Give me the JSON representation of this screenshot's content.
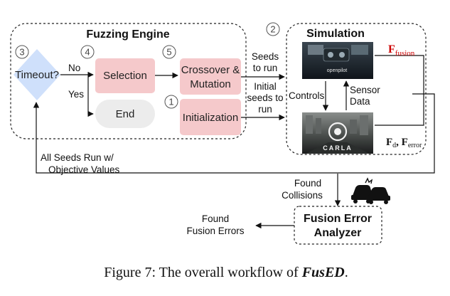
{
  "engine": {
    "title": "Fuzzing Engine"
  },
  "steps": [
    "3",
    "4",
    "5",
    "1",
    "2"
  ],
  "nodes": {
    "timeout": "Timeout?",
    "selection": "Selection",
    "crossover_line1": "Crossover &",
    "crossover_line2": "Mutation",
    "initialization": "Initialization",
    "end": "End"
  },
  "edges": {
    "no": "No",
    "yes": "Yes",
    "seeds_line1": "Seeds",
    "seeds_line2": "to run",
    "initial_line1": "Initial",
    "initial_line2": "seeds to",
    "initial_line3": "run",
    "controls": "Controls",
    "sensor_line1": "Sensor",
    "sensor_line2": "Data",
    "all_seeds_line1": "All Seeds Run w/",
    "all_seeds_line2": "Objective Values",
    "found_collisions_line1": "Found",
    "found_collisions_line2": "Collisions",
    "found_fusion_line1": "Found",
    "found_fusion_line2": "Fusion Errors"
  },
  "simulation": {
    "title": "Simulation",
    "openpilot_label": "openpilot",
    "carla_label": "CARLA",
    "f_fusion": "F",
    "f_fusion_sub": "fusion",
    "f_d": "F",
    "f_d_sub": "d",
    "f_sep": ", ",
    "f_error": "F",
    "f_error_sub": "error"
  },
  "analyzer": {
    "line1": "Fusion Error",
    "line2": "Analyzer"
  },
  "caption": {
    "prefix": "Figure 7: The overall workflow of ",
    "name": "FusED",
    "suffix": "."
  },
  "colors": {
    "diamond": "#cfe0fb",
    "pink_box": "#f5c9cb",
    "end_box": "#ececec",
    "fusion_red": "#cc0000"
  }
}
